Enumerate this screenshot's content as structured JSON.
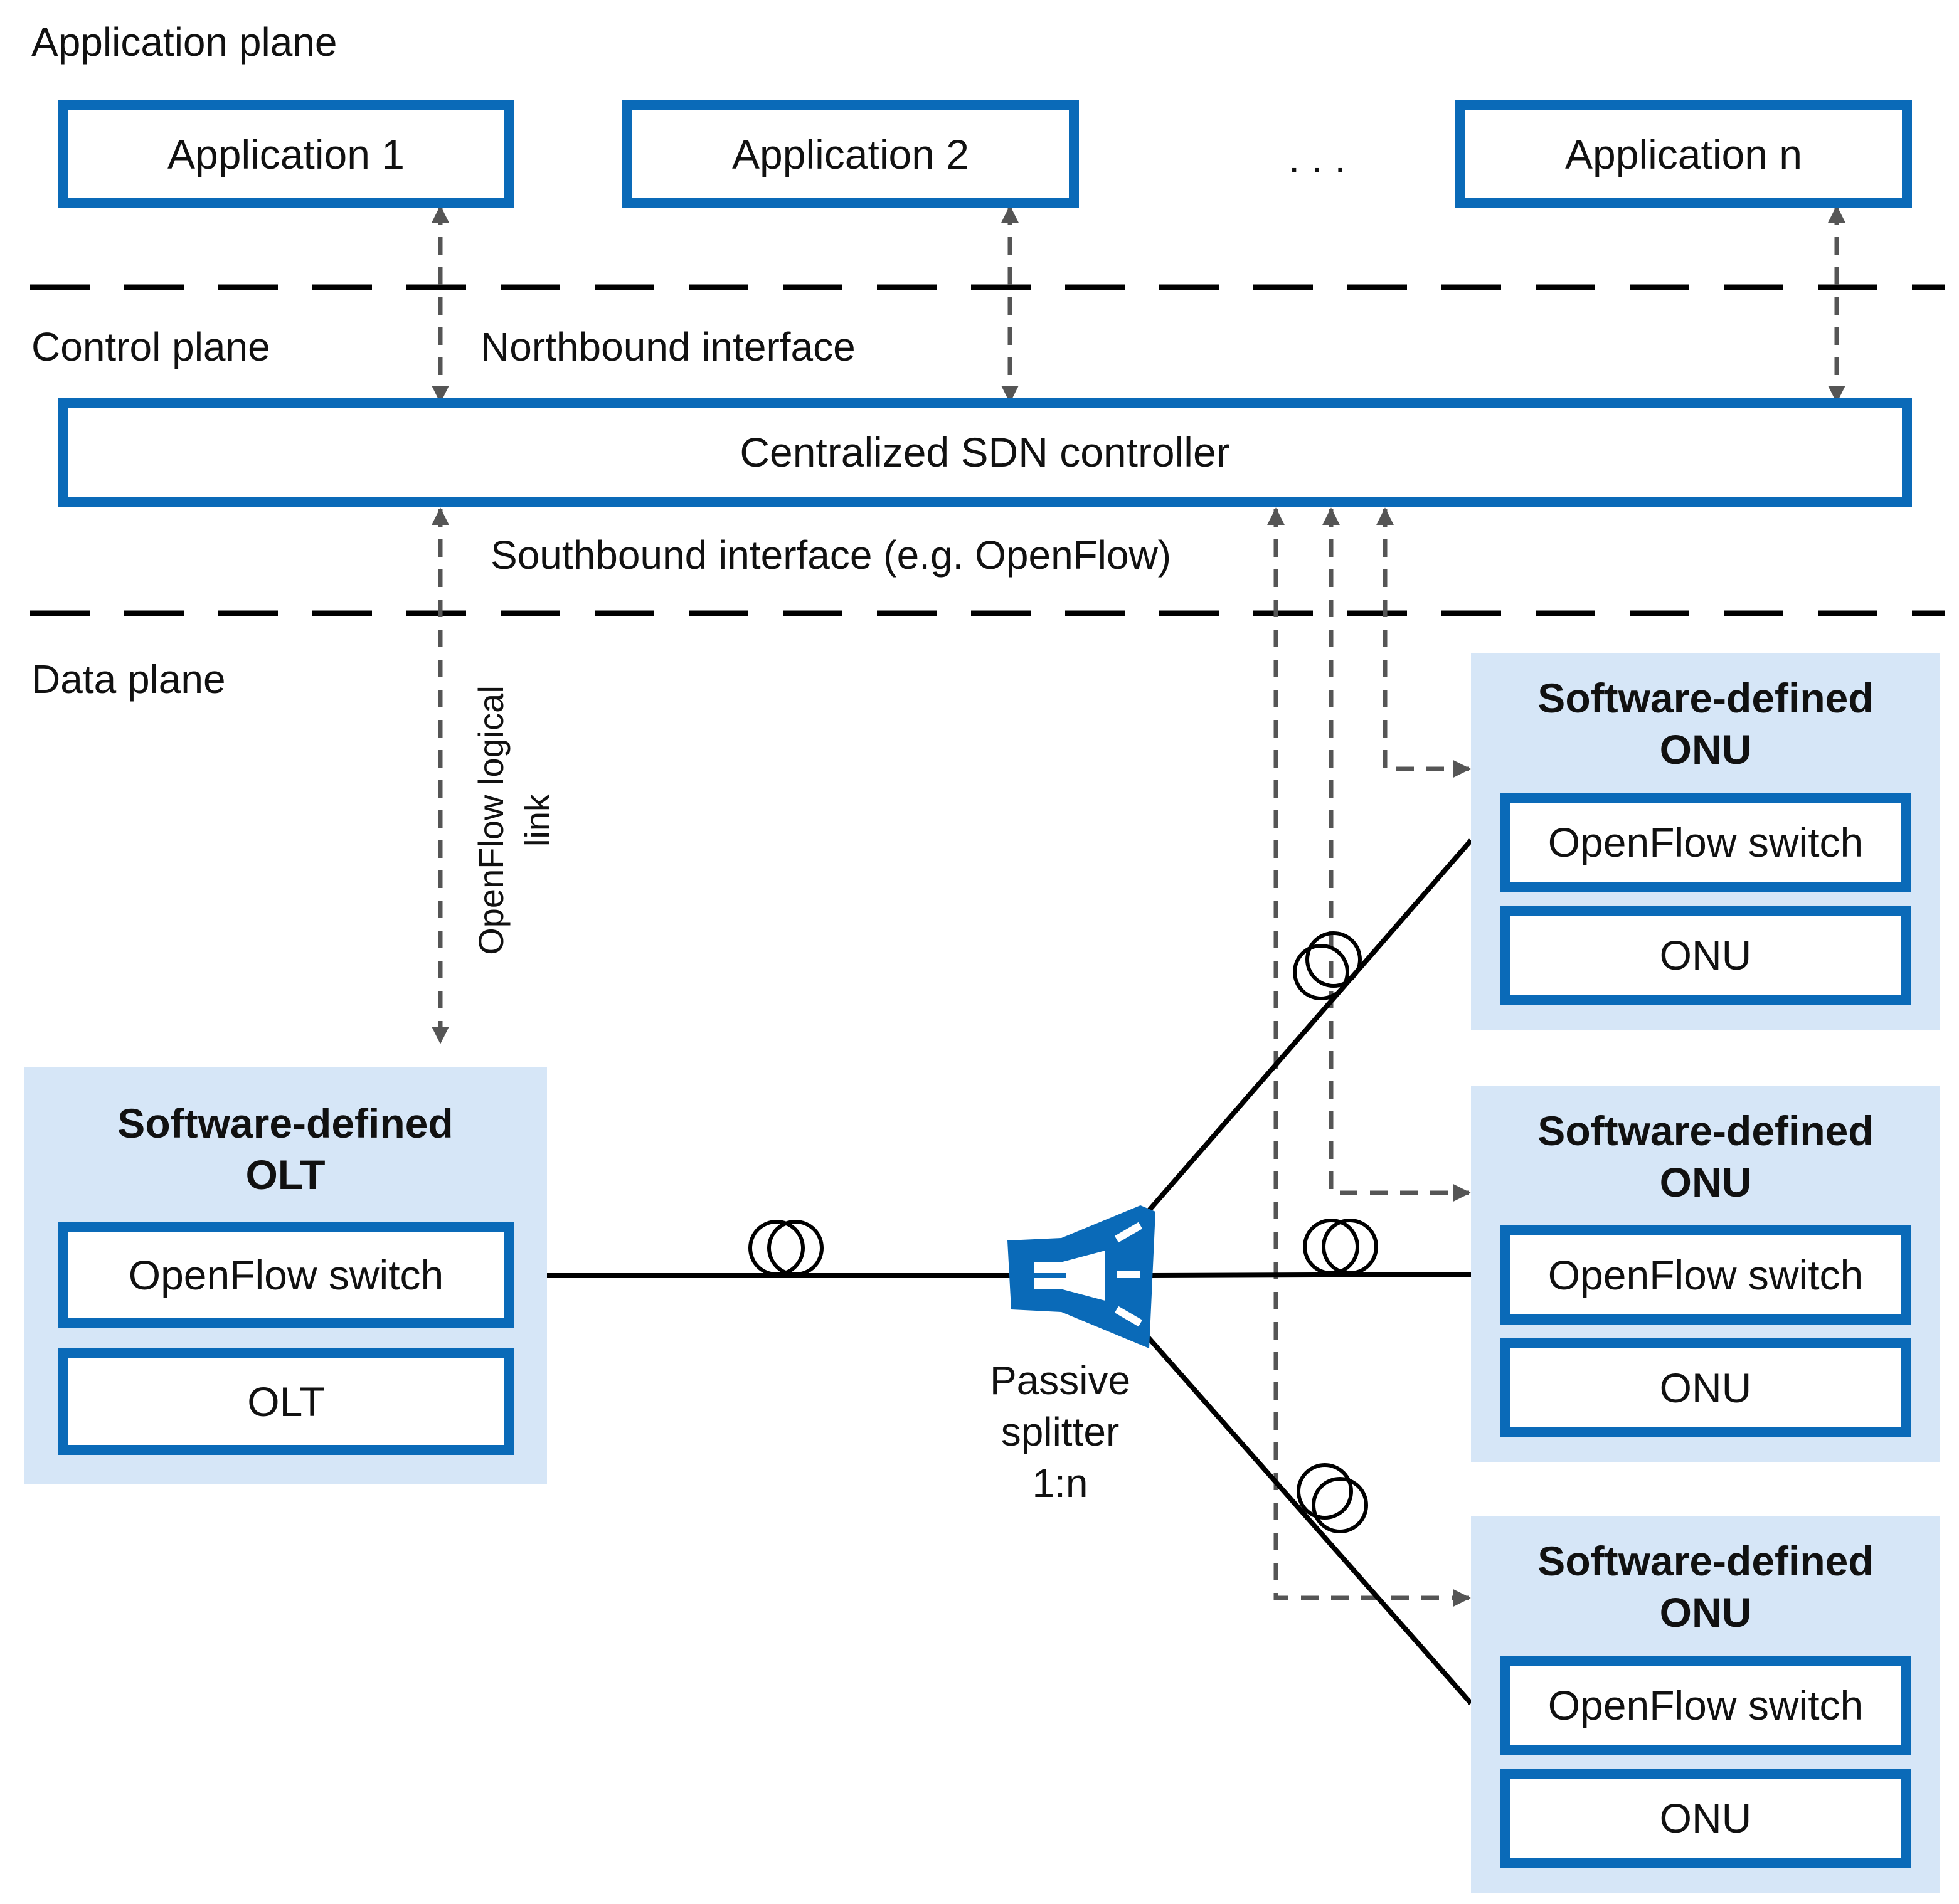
{
  "planes": {
    "application": "Application plane",
    "control": "Control plane",
    "data": "Data plane"
  },
  "applications": {
    "app1": "Application 1",
    "app2": "Application 2",
    "ellipsis": ". . .",
    "appn": "Application n"
  },
  "interfaces": {
    "northbound": "Northbound interface",
    "southbound": "Southbound interface (e.g. OpenFlow)"
  },
  "controller": "Centralized SDN controller",
  "openflow_link": {
    "line1": "OpenFlow logical",
    "line2": "link"
  },
  "olt": {
    "title_line1": "Software-defined",
    "title_line2": "OLT",
    "switch": "OpenFlow switch",
    "device": "OLT"
  },
  "splitter": {
    "line1": "Passive",
    "line2": "splitter",
    "line3": "1:n"
  },
  "onus": [
    {
      "title_line1": "Software-defined",
      "title_line2": "ONU",
      "switch": "OpenFlow switch",
      "device": "ONU"
    },
    {
      "title_line1": "Software-defined",
      "title_line2": "ONU",
      "switch": "OpenFlow switch",
      "device": "ONU"
    },
    {
      "title_line1": "Software-defined",
      "title_line2": "ONU",
      "switch": "OpenFlow switch",
      "device": "ONU"
    }
  ],
  "colors": {
    "box_border": "#0a6ab8",
    "group_fill": "#d6e6f7",
    "dashed_arrow": "#555555",
    "fiber": "#000000"
  },
  "icons": {
    "splitter": "passive-splitter-icon",
    "fiber_coil": "fiber-coil-icon"
  }
}
